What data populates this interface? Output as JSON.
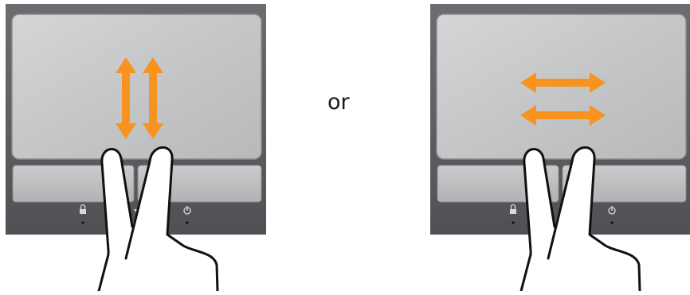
{
  "separator_text": "or",
  "panels": [
    {
      "id": "vertical",
      "gesture": "two-finger-scroll-vertical",
      "arrow_direction": "vertical"
    },
    {
      "id": "horizontal",
      "gesture": "two-finger-scroll-horizontal",
      "arrow_direction": "horizontal"
    }
  ],
  "colors": {
    "arrow": "#f7931e",
    "bezel": "#5c5c5e",
    "pad": "#c9cbcd",
    "hand_outline": "#111111"
  },
  "icons": [
    "lock-icon",
    "wifi-icon",
    "power-icon",
    "double-arrow-icon",
    "hand-icon"
  ]
}
